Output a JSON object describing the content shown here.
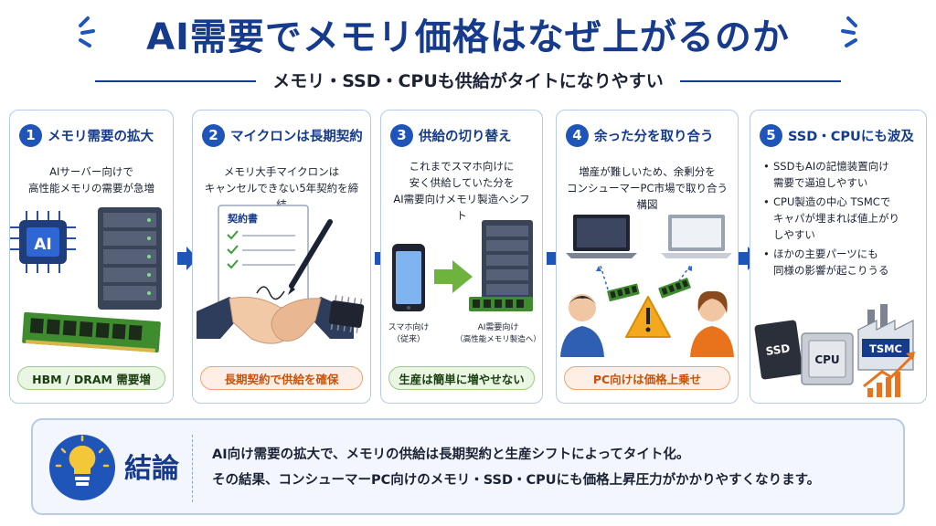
{
  "title": "AI需要でメモリ価格はなぜ上がるのか",
  "subtitle": "メモリ・SSD・CPUも供給がタイトになりやすい",
  "steps": [
    {
      "number": "1",
      "title": "メモリ需要の拡大",
      "desc_lines": [
        "AIサーバー向けで",
        "高性能メモリの需要が急増"
      ],
      "chip_label": "AI",
      "badge": "HBM / DRAM 需要増"
    },
    {
      "number": "2",
      "title": "マイクロンは長期契約",
      "desc_lines": [
        "メモリ大手マイクロンは",
        "キャンセルできない5年契約を締結"
      ],
      "contract_label": "契約書",
      "badge": "長期契約で供給を確保"
    },
    {
      "number": "3",
      "title": "供給の切り替え",
      "desc_lines": [
        "これまでスマホ向けに",
        "安く供給していた分を",
        "AI需要向けメモリ製造へシフト"
      ],
      "left_caption": [
        "スマホ向け",
        "（従来）"
      ],
      "right_caption": [
        "AI需要向け",
        "（高性能メモリ製造へ）"
      ],
      "badge": "生産は簡単に増やせない"
    },
    {
      "number": "4",
      "title": "余った分を取り合う",
      "desc_lines": [
        "増産が難しいため、余剰分を",
        "コンシューマーPC市場で取り合う構図"
      ],
      "badge": "PC向けは価格上乗せ"
    },
    {
      "number": "5",
      "title": "SSD・CPUにも波及",
      "bullets": [
        [
          "SSDもAIの記憶装置向け",
          "需要で逼迫しやすい"
        ],
        [
          "CPU製造の中心 TSMCで",
          "キャパが埋まれば値上がり",
          "しやすい"
        ],
        [
          "ほかの主要パーツにも",
          "同様の影響が起こりうる"
        ]
      ],
      "ssd_label": "SSD",
      "cpu_label": "CPU",
      "tsmc_label": "TSMC"
    }
  ],
  "conclusion": {
    "label": "結論",
    "lines": [
      "AI向け需要の拡大で、メモリの供給は長期契約と生産シフトによってタイト化。",
      "その結果、コンシューマーPC向けのメモリ・SSD・CPUにも価格上昇圧力がかかりやすくなります。"
    ]
  },
  "colors": {
    "navy": "#163a8c",
    "accent_blue": "#1f55b8",
    "green": "#6fb33f",
    "orange": "#e8731c",
    "warning": "#f4a81d"
  }
}
